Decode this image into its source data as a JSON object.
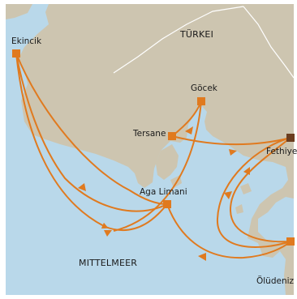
{
  "regions": {
    "land": "TÜRKEI",
    "sea": "MITTELMEER"
  },
  "places": {
    "ekincik": "Ekincik",
    "gocek": "Göcek",
    "tersane": "Tersane",
    "fethiye": "Fethiye",
    "aga_limani": "Aga Limani",
    "oludeniz": "Ölüdeniz"
  },
  "colors": {
    "sea": "#b9d8ea",
    "land": "#cdc5b0",
    "border": "#ffffff",
    "route": "#e07a1f",
    "marker": "#e07a1f",
    "marker_fethiye": "#6b3d1f",
    "frame": "#d9d9d9"
  }
}
